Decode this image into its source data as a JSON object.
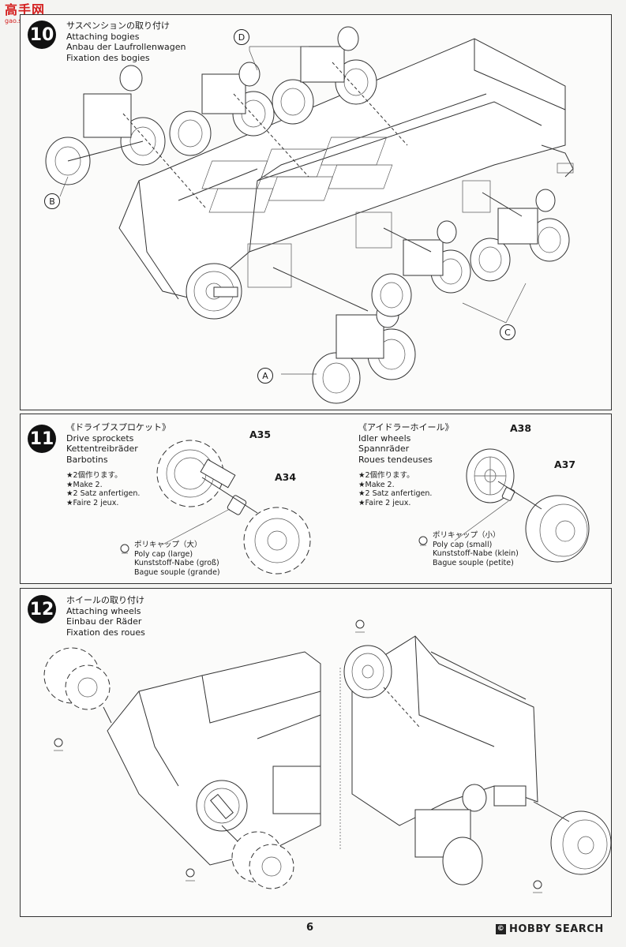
{
  "watermark": {
    "site_cn": "高手网",
    "site_url": "gao.shou.net"
  },
  "steps": [
    {
      "number": "10",
      "titles": [
        "サスペンションの取り付け",
        "Attaching bogies",
        "Anbau der Laufrollenwagen",
        "Fixation des bogies"
      ],
      "callouts": [
        "D",
        "B",
        "A",
        "C"
      ]
    },
    {
      "number": "11",
      "left": {
        "titles": [
          "《ドライブスプロケット》",
          "Drive sprockets",
          "Kettentreibräder",
          "Barbotins"
        ],
        "make": [
          "★2個作ります。",
          "★Make 2.",
          "★2 Satz anfertigen.",
          "★Faire 2 jeux."
        ],
        "parts": [
          "A35",
          "A34"
        ],
        "poly_cap": [
          "ポリキャップ（大）",
          "Poly cap (large)",
          "Kunststoff-Nabe (groß)",
          "Bague souple (grande)"
        ]
      },
      "right": {
        "titles": [
          "《アイドラーホイール》",
          "Idler wheels",
          "Spannräder",
          "Roues tendeuses"
        ],
        "make": [
          "★2個作ります。",
          "★Make 2.",
          "★2 Satz anfertigen.",
          "★Faire 2 jeux."
        ],
        "parts": [
          "A38",
          "A37"
        ],
        "poly_cap": [
          "ポリキャップ（小）",
          "Poly cap (small)",
          "Kunststoff-Nabe (klein)",
          "Bague souple (petite)"
        ]
      }
    },
    {
      "number": "12",
      "titles": [
        "ホイールの取り付け",
        "Attaching wheels",
        "Einbau der Räder",
        "Fixation des roues"
      ]
    }
  ],
  "page_number": "6",
  "footer_brand": "HOBBY SEARCH",
  "footer_mark": "©"
}
